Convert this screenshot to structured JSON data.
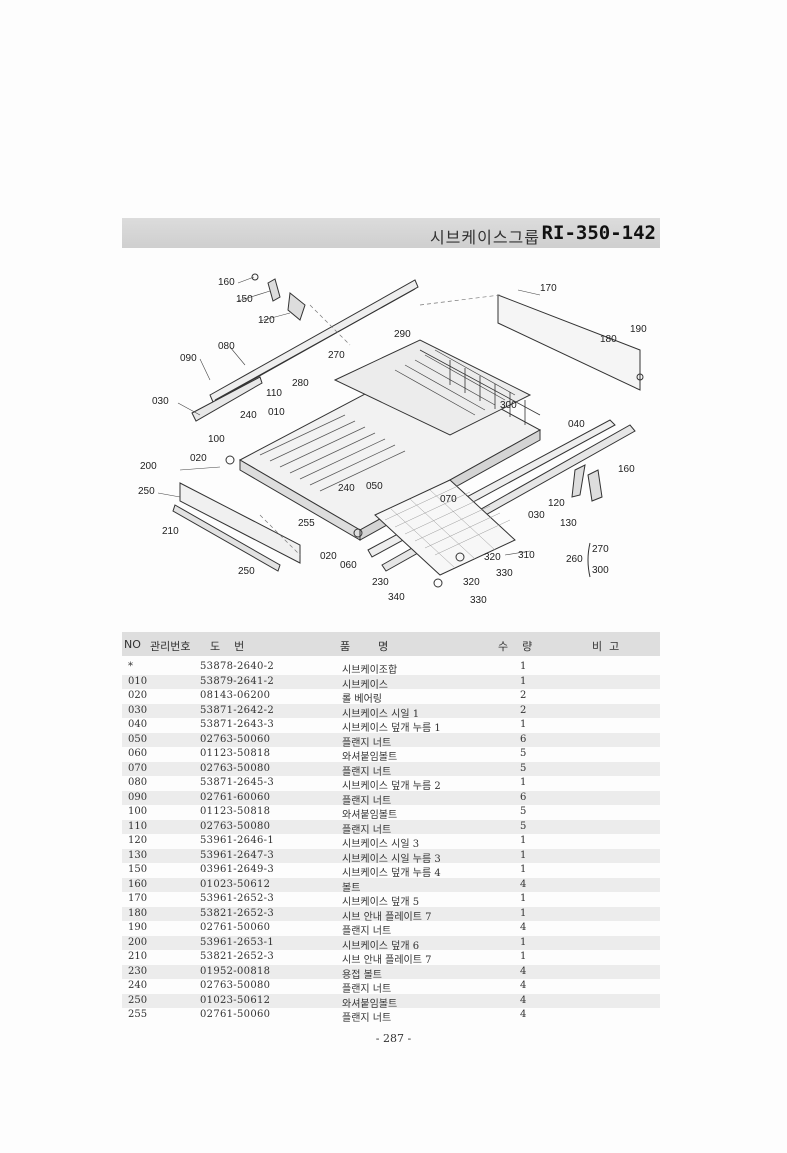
{
  "header": {
    "title": "시브케이스그룹",
    "code": "RI-350-142"
  },
  "diagram": {
    "callouts": [
      "160",
      "150",
      "120",
      "080",
      "090",
      "030",
      "240",
      "010",
      "110",
      "100",
      "020",
      "200",
      "250",
      "210",
      "255",
      "240",
      "050",
      "270",
      "290",
      "280",
      "170",
      "180",
      "190",
      "300",
      "040",
      "160",
      "120",
      "130",
      "070",
      "030",
      "310",
      "320",
      "330",
      "320",
      "330",
      "340",
      "230",
      "060",
      "020",
      "250",
      "260",
      "270",
      "300"
    ]
  },
  "table": {
    "headers": {
      "no": "NO",
      "mgmt": "관리번호",
      "drawing": "도    번",
      "name": "품        명",
      "qty": "수    량",
      "remark": "비  고"
    },
    "rows": [
      {
        "no": "*",
        "drawing": "53878-2640-2",
        "name": "시브케이조합",
        "qty": "1"
      },
      {
        "no": "010",
        "drawing": "53879-2641-2",
        "name": "시브케이스",
        "qty": "1"
      },
      {
        "no": "020",
        "drawing": "08143-06200",
        "name": "롤 베어링",
        "qty": "2"
      },
      {
        "no": "030",
        "drawing": "53871-2642-2",
        "name": "시브케이스 시일 1",
        "qty": "2"
      },
      {
        "no": "040",
        "drawing": "53871-2643-3",
        "name": "시브케이스 덮개 누름 1",
        "qty": "1"
      },
      {
        "no": "050",
        "drawing": "02763-50060",
        "name": "플랜지 너트",
        "qty": "6"
      },
      {
        "no": "060",
        "drawing": "01123-50818",
        "name": "와셔붙임볼트",
        "qty": "5"
      },
      {
        "no": "070",
        "drawing": "02763-50080",
        "name": "플랜지 너트",
        "qty": "5"
      },
      {
        "no": "080",
        "drawing": "53871-2645-3",
        "name": "시브케이스 덮개 누름 2",
        "qty": "1"
      },
      {
        "no": "090",
        "drawing": "02761-60060",
        "name": "플랜지 너트",
        "qty": "6"
      },
      {
        "no": "100",
        "drawing": "01123-50818",
        "name": "와셔붙임볼트",
        "qty": "5"
      },
      {
        "no": "110",
        "drawing": "02763-50080",
        "name": "플랜지 너트",
        "qty": "5"
      },
      {
        "no": "120",
        "drawing": "53961-2646-1",
        "name": "시브케이스 시일 3",
        "qty": "1"
      },
      {
        "no": "130",
        "drawing": "53961-2647-3",
        "name": "시브케이스 시일 누름 3",
        "qty": "1"
      },
      {
        "no": "150",
        "drawing": "03961-2649-3",
        "name": "시브케이스 덮개 누름 4",
        "qty": "1"
      },
      {
        "no": "160",
        "drawing": "01023-50612",
        "name": "볼트",
        "qty": "4"
      },
      {
        "no": "170",
        "drawing": "53961-2652-3",
        "name": "시브케이스 덮개 5",
        "qty": "1"
      },
      {
        "no": "180",
        "drawing": "53821-2652-3",
        "name": "시브 안내 플레이트 7",
        "qty": "1"
      },
      {
        "no": "190",
        "drawing": "02761-50060",
        "name": "플랜지 너트",
        "qty": "4"
      },
      {
        "no": "200",
        "drawing": "53961-2653-1",
        "name": "시브케이스 덮개 6",
        "qty": "1"
      },
      {
        "no": "210",
        "drawing": "53821-2652-3",
        "name": "시브 안내 플레이트 7",
        "qty": "1"
      },
      {
        "no": "230",
        "drawing": "01952-00818",
        "name": "용접 볼트",
        "qty": "4"
      },
      {
        "no": "240",
        "drawing": "02763-50080",
        "name": "플랜지 너트",
        "qty": "4"
      },
      {
        "no": "250",
        "drawing": "01023-50612",
        "name": "와셔붙임볼트",
        "qty": "4"
      },
      {
        "no": "255",
        "drawing": "02761-50060",
        "name": "플랜지 너트",
        "qty": "4"
      }
    ]
  },
  "footer": {
    "page": "- 287 -"
  }
}
